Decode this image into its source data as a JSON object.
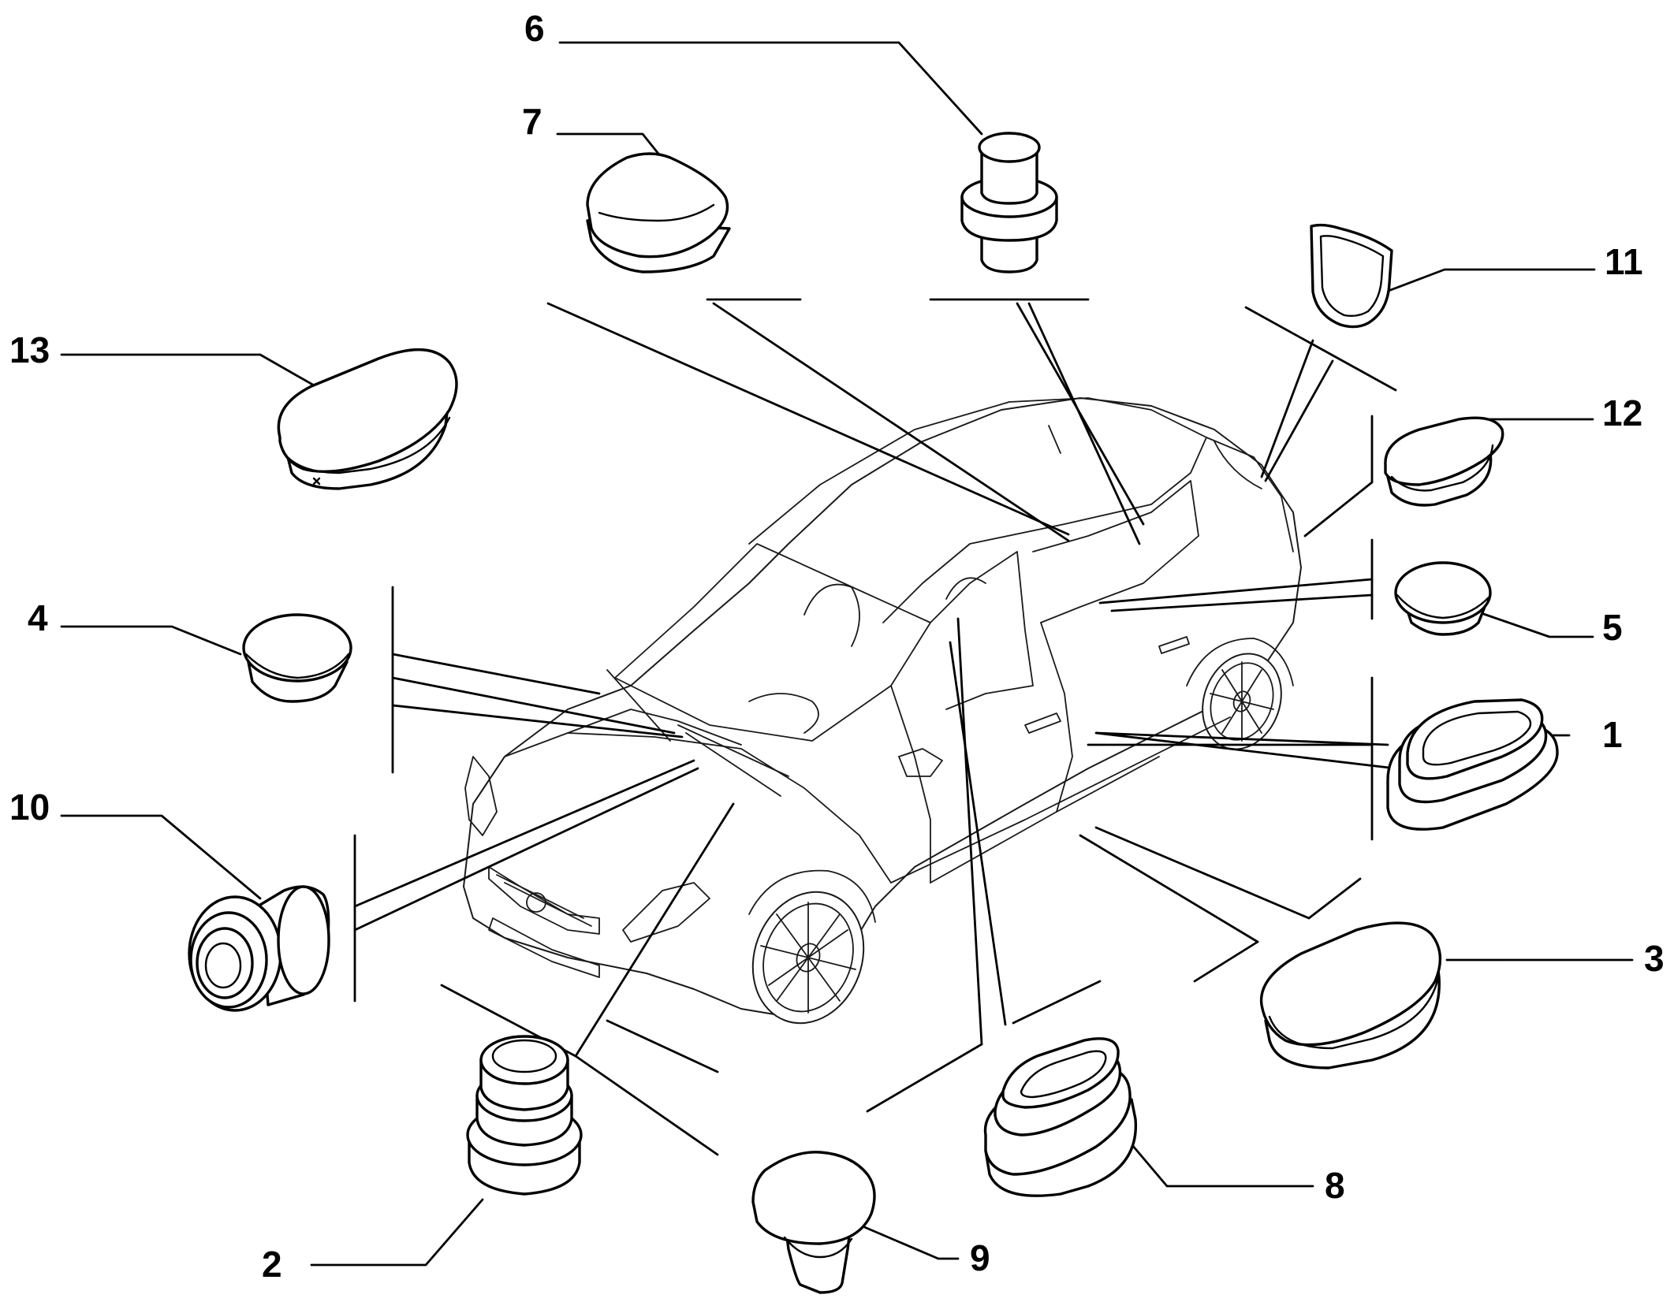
{
  "diagram": {
    "callouts": [
      {
        "id": "1",
        "label": "1"
      },
      {
        "id": "2",
        "label": "2"
      },
      {
        "id": "3",
        "label": "3"
      },
      {
        "id": "4",
        "label": "4"
      },
      {
        "id": "5",
        "label": "5"
      },
      {
        "id": "6",
        "label": "6"
      },
      {
        "id": "7",
        "label": "7"
      },
      {
        "id": "8",
        "label": "8"
      },
      {
        "id": "9",
        "label": "9"
      },
      {
        "id": "10",
        "label": "10"
      },
      {
        "id": "11",
        "label": "11"
      },
      {
        "id": "12",
        "label": "12"
      },
      {
        "id": "13",
        "label": "13"
      }
    ],
    "colors": {
      "line": "#000000",
      "background": "#ffffff"
    }
  }
}
